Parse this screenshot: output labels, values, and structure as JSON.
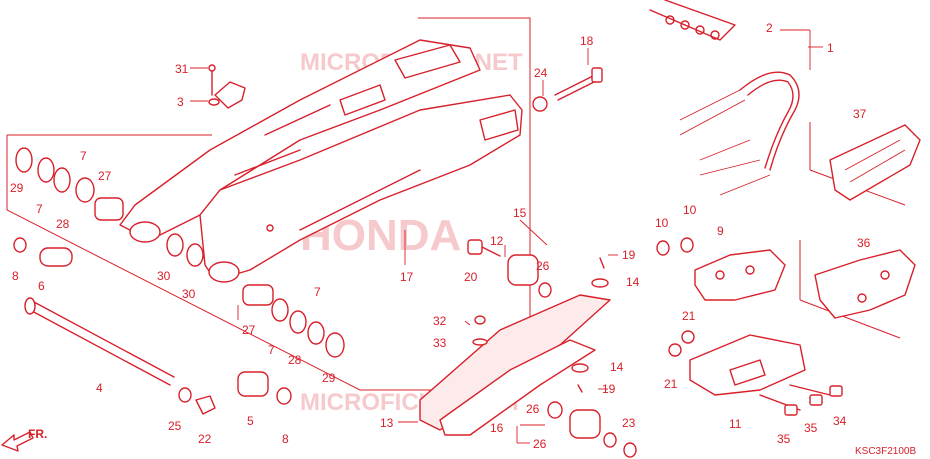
{
  "diagram": {
    "watermarks": [
      "MICROFICHES.NET",
      "HONDA",
      "MICROFICHES.NET"
    ],
    "code": "KSC3F2100B",
    "front_arrow": "FR.",
    "callouts": [
      "1",
      "2",
      "3",
      "4",
      "5",
      "6",
      "7",
      "7",
      "7",
      "7",
      "8",
      "8",
      "9",
      "10",
      "10",
      "11",
      "12",
      "13",
      "14",
      "14",
      "15",
      "16",
      "17",
      "18",
      "19",
      "19",
      "20",
      "21",
      "21",
      "22",
      "23",
      "24",
      "25",
      "26",
      "26",
      "26",
      "27",
      "27",
      "28",
      "28",
      "29",
      "29",
      "30",
      "30",
      "31",
      "32",
      "33",
      "34",
      "35",
      "35",
      "36",
      "37"
    ]
  },
  "colors": {
    "line": "#d8202a",
    "watermark": "#f6c9cc",
    "background": "#ffffff"
  }
}
